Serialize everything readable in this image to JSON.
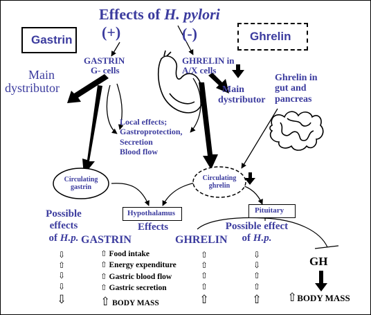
{
  "title": {
    "prefix": "Effects of ",
    "organism": "H. pylori"
  },
  "signs": {
    "plus": "(+)",
    "minus": "(-)"
  },
  "boxes": {
    "gastrin": "Gastrin",
    "ghrelin": "Ghrelin",
    "hypothalamus": "Hypothalamus",
    "pituitary": "Pituitary"
  },
  "nodes": {
    "gastrin_cells": [
      "GASTRIN",
      "G- cells"
    ],
    "ghrelin_cells": [
      "GHRELIN in",
      "A/X cells"
    ],
    "circulating_gastrin": [
      "Circulating",
      "gastrin"
    ],
    "circulating_ghrelin": [
      "Circulating",
      "ghrelin"
    ]
  },
  "labels": {
    "main_distributor_left": [
      "Main",
      "dystributor"
    ],
    "main_distributor_right": [
      "Main",
      "dystributor"
    ],
    "ghrelin_gut": [
      "Ghrelin in",
      "gut and",
      "pancreas"
    ],
    "local_effects": [
      "Local effects;",
      "Gastroprotection,",
      "Secretion",
      "Blood flow"
    ],
    "possible_effects_left": [
      "Possible",
      "effects",
      "of"
    ],
    "possible_effect_right": [
      "Possible effect",
      "of"
    ],
    "hp": "H.p.",
    "effects": "Effects",
    "gastrin_head": "GASTRIN",
    "ghrelin_head": "GHRELIN",
    "gh": "GH",
    "body_mass_right": "BODY MASS"
  },
  "effect_list": [
    "Food intake",
    "Energy expenditure",
    "Gastric blood flow",
    "Gastric secretion",
    "BODY MASS"
  ],
  "colors": {
    "label_blue": "#3b3b9e",
    "black": "#000000",
    "arrow_outline": "#555555"
  },
  "icons": [
    "stomach-illustration",
    "intestine-illustration",
    "up-arrow-icon",
    "down-arrow-icon"
  ]
}
